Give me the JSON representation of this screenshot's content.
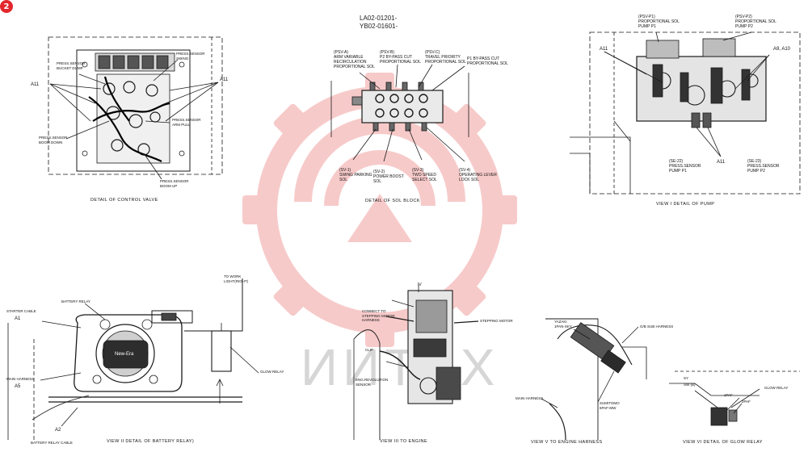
{
  "page_badge": "2",
  "watermark": {
    "color": "#f2a0a0"
  },
  "panels": {
    "control_valve": {
      "caption": "DETAIL OF CONTROL VALVE",
      "labels": {
        "bucket_dump": "PRESS.SENSOR\nBUCKET DUMP",
        "swing": "PRESS.SENSOR\nSWING",
        "arm_pull": "PRESS.SENSOR\nARM PULL",
        "boom_down": "PRESS.SENSOR\nBOOM DOWN",
        "boom_up": "PRESS.SENSOR\nBOOM UP",
        "a11_left": "A11",
        "a11_right": "A11"
      }
    },
    "sol_block": {
      "caption": "DETAIL OF SOL BLOCK",
      "codes": [
        "LA02-01201-",
        "YB02-01601-"
      ],
      "labels": {
        "psv_a": "(PSV-A)\nARM VARIABLE\nRECIRCULATION\nPROPORTIONAL SOL",
        "psv_b": "(PSV-B)\nP2 BY-PASS CUT\nPROPORTIONAL SOL",
        "psv_c": "(PSV-C)\nTRAVEL PRIORITY\nPROPORTIONAL SOL",
        "p1_bypass": "P1 BY-PASS CUT\nPROPORTIONAL SOL",
        "sv_1": "(SV-1)\nSWING PARKING\nSOL",
        "sv_2": "(SV-2)\nPOWER BOOST\nSOL",
        "sv_3": "(SV-3)\nTWO SPEED\nSELECT SOL",
        "sv_4": "(SV-4)\nOPERATING LEVER\nLOCK SOL"
      }
    },
    "pump": {
      "caption": "VIEW I  DETAIL OF PUMP",
      "labels": {
        "psv_p1": "(PSV-P1)\nPROPORTIONAL SOL\nPUMP P1",
        "psv_p2": "(PSV-P2)\nPROPORTIONAL SOL\nPUMP P2",
        "a11_top": "A11",
        "a9_a10": "A9, A10",
        "se_22": "(SE-22)\nPRESS.SENSOR\nPUMP P1",
        "se_23": "(SE-23)\nPRESS.SENSOR\nPUMP P2",
        "a11_bottom": "A11"
      }
    },
    "battery_relay": {
      "caption": "VIEW II  DETAIL OF BATTERY RELAY)",
      "labels": {
        "battery_relay": "BATTERY RELAY",
        "starter_cable": "STARTER CABLE",
        "a1": "A1",
        "main_harness": "MAIN HARNESS",
        "a5": "A5",
        "a2": "A2",
        "battery_relay_cable": "BATTERY RELAY CABLE",
        "to_work_light": "TO WORK\nLIGHT(RIGHT)",
        "glow_relay": "GLOW RELAY",
        "brand": "New-Era"
      }
    },
    "engine": {
      "caption": "VIEW III   TO ENGINE",
      "labels": {
        "connect_stepping": "CONNECT TO\nSTEPPING MOTOR\nHARNESS",
        "stepping_motor": "STEPPING MOTOR",
        "clip": "CLIP",
        "eng_sensor": "ENG.REVOLUTION\nSENSOR",
        "view_mark": "IV"
      }
    },
    "engine_harness": {
      "caption": "VIEW V    TO ENGINE HARNESS",
      "labels": {
        "yazaki": "YAZAKI\n1PAN-SKY",
        "gb_sub": "G/B SUB HARNESS",
        "sumitomo": "SUMITOMO\n6PAF-MW",
        "main_harness": "MAIN HARNESS"
      }
    },
    "glow_relay": {
      "caption": "VIEW VI  DETAIL OF GLOW RELAY",
      "labels": {
        "sy": "SY",
        "sw_b": "SW (B)",
        "glow_relay": "GLOW RELAY",
        "paf1": "1PAF",
        "paf2": "2PAF"
      }
    }
  }
}
